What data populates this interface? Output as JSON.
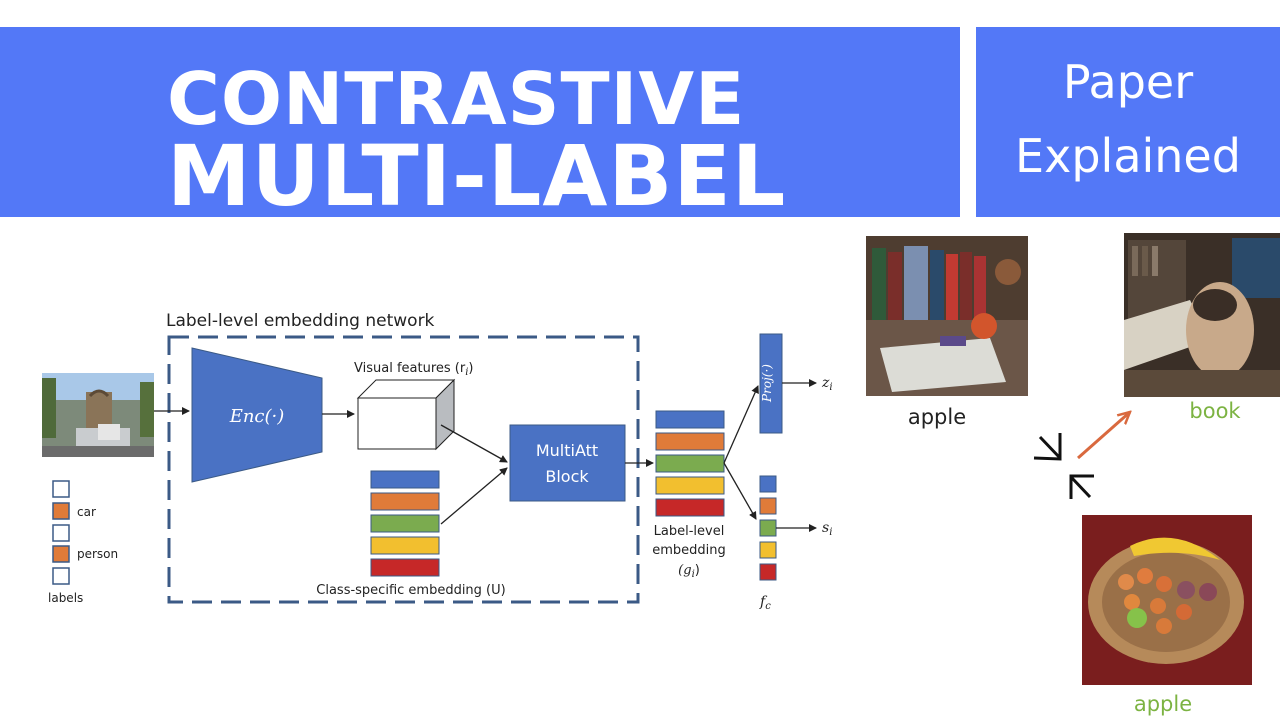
{
  "title": {
    "line1": "CONTRASTIVE",
    "line2": "MULTI-LABEL"
  },
  "tag": {
    "line1": "Paper",
    "line2": "Explained"
  },
  "diagram": {
    "network_label": "Label-level embedding network",
    "encoder_label": "Enc(·)",
    "visual_features_label": "Visual features (r",
    "visual_features_sub": "i",
    "class_embedding_label": "Class-specific embedding (U)",
    "multiatt_line1": "MultiAtt",
    "multiatt_line2": "Block",
    "label_embedding_line1": "Label-level",
    "label_embedding_line2": "embedding",
    "label_embedding_symbol": "(g",
    "label_embedding_sub": "i",
    "proj_label": "Proj(·)",
    "z_symbol": "z",
    "z_sub": "i",
    "s_symbol": "s",
    "s_sub": "i",
    "f_symbol": "f",
    "f_sub": "c",
    "labels_caption": "labels",
    "label_items": [
      "",
      "car",
      "",
      "person",
      ""
    ],
    "label_fills": [
      "#ffffff",
      "#e07b39",
      "#ffffff",
      "#e07b39",
      "#ffffff"
    ]
  },
  "photos": {
    "apple1": "apple",
    "book": "book",
    "apple2": "apple"
  },
  "colors": {
    "banner": "#5378f7",
    "box_blue": "#4a72c4",
    "dash_border": "#3b5a86",
    "emb_stack": [
      "#4a72c4",
      "#e07b39",
      "#7bab4f",
      "#f2bf2f",
      "#c62828"
    ],
    "green_label": "#7cb342",
    "arrow_orange": "#d9693e"
  }
}
